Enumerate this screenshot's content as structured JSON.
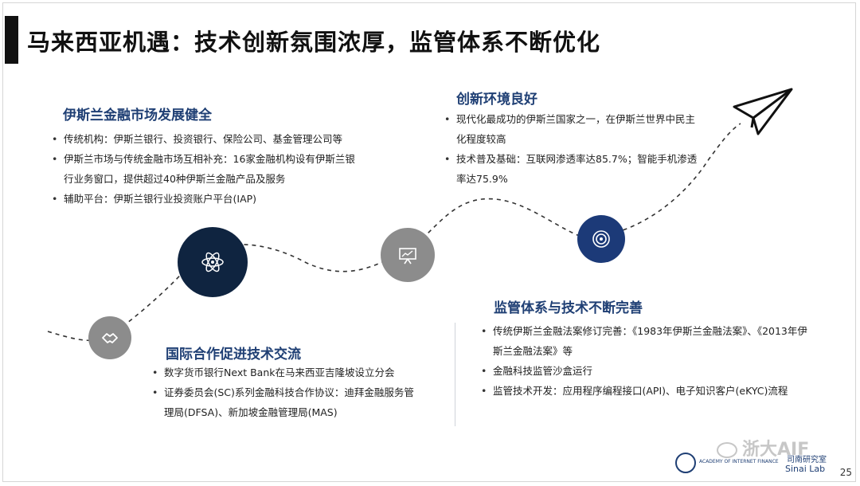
{
  "slide": {
    "title": "马来西亚机遇：技术创新氛围浓厚，监管体系不断优化",
    "page_number": "25"
  },
  "sections": {
    "top_left": {
      "heading": "伊斯兰金融市场发展健全",
      "bullets": [
        "传统机构：伊斯兰银行、投资银行、保险公司、基金管理公司等",
        "伊斯兰市场与传统金融市场互相补充：16家金融机构设有伊斯兰银行业务窗口，提供超过40种伊斯兰金融产品及服务",
        "辅助平台：伊斯兰银行业投资账户平台(IAP)"
      ]
    },
    "top_right": {
      "heading": "创新环境良好",
      "bullets": [
        "现代化最成功的伊斯兰国家之一，在伊斯兰世界中民主化程度较高",
        "技术普及基础：互联网渗透率达85.7%；智能手机渗透率达75.9%"
      ]
    },
    "bottom_left": {
      "heading": "国际合作促进技术交流",
      "bullets": [
        "数字货币银行Next Bank在马来西亚吉隆坡设立分会",
        "证券委员会(SC)系列金融科技合作协议：迪拜金融服务管理局(DFSA)、新加坡金融管理局(MAS)"
      ]
    },
    "bottom_right": {
      "heading": "监管体系与技术不断完善",
      "bullets": [
        "传统伊斯兰金融法案修订完善：《1983年伊斯兰金融法案》、《2013年伊斯兰金融法案》等",
        "金融科技监管沙盒运行",
        "监管技术开发：应用程序编程接口(API)、电子知识客户(eKYC)流程"
      ]
    }
  },
  "footer": {
    "watermark": "浙大AIF",
    "logo_text": "ACADEMY OF INTERNET FINANCE",
    "lab_name": "司南研究室",
    "lab_name_en": "Sinai Lab"
  },
  "colors": {
    "heading": "#1f3f74",
    "node_dark": "#0f2440",
    "node_gray": "#8c8c8c",
    "node_blue": "#1c3a78"
  },
  "icons": [
    "handshake-icon",
    "atom-icon",
    "presentation-icon",
    "target-icon",
    "paper-plane-icon"
  ]
}
